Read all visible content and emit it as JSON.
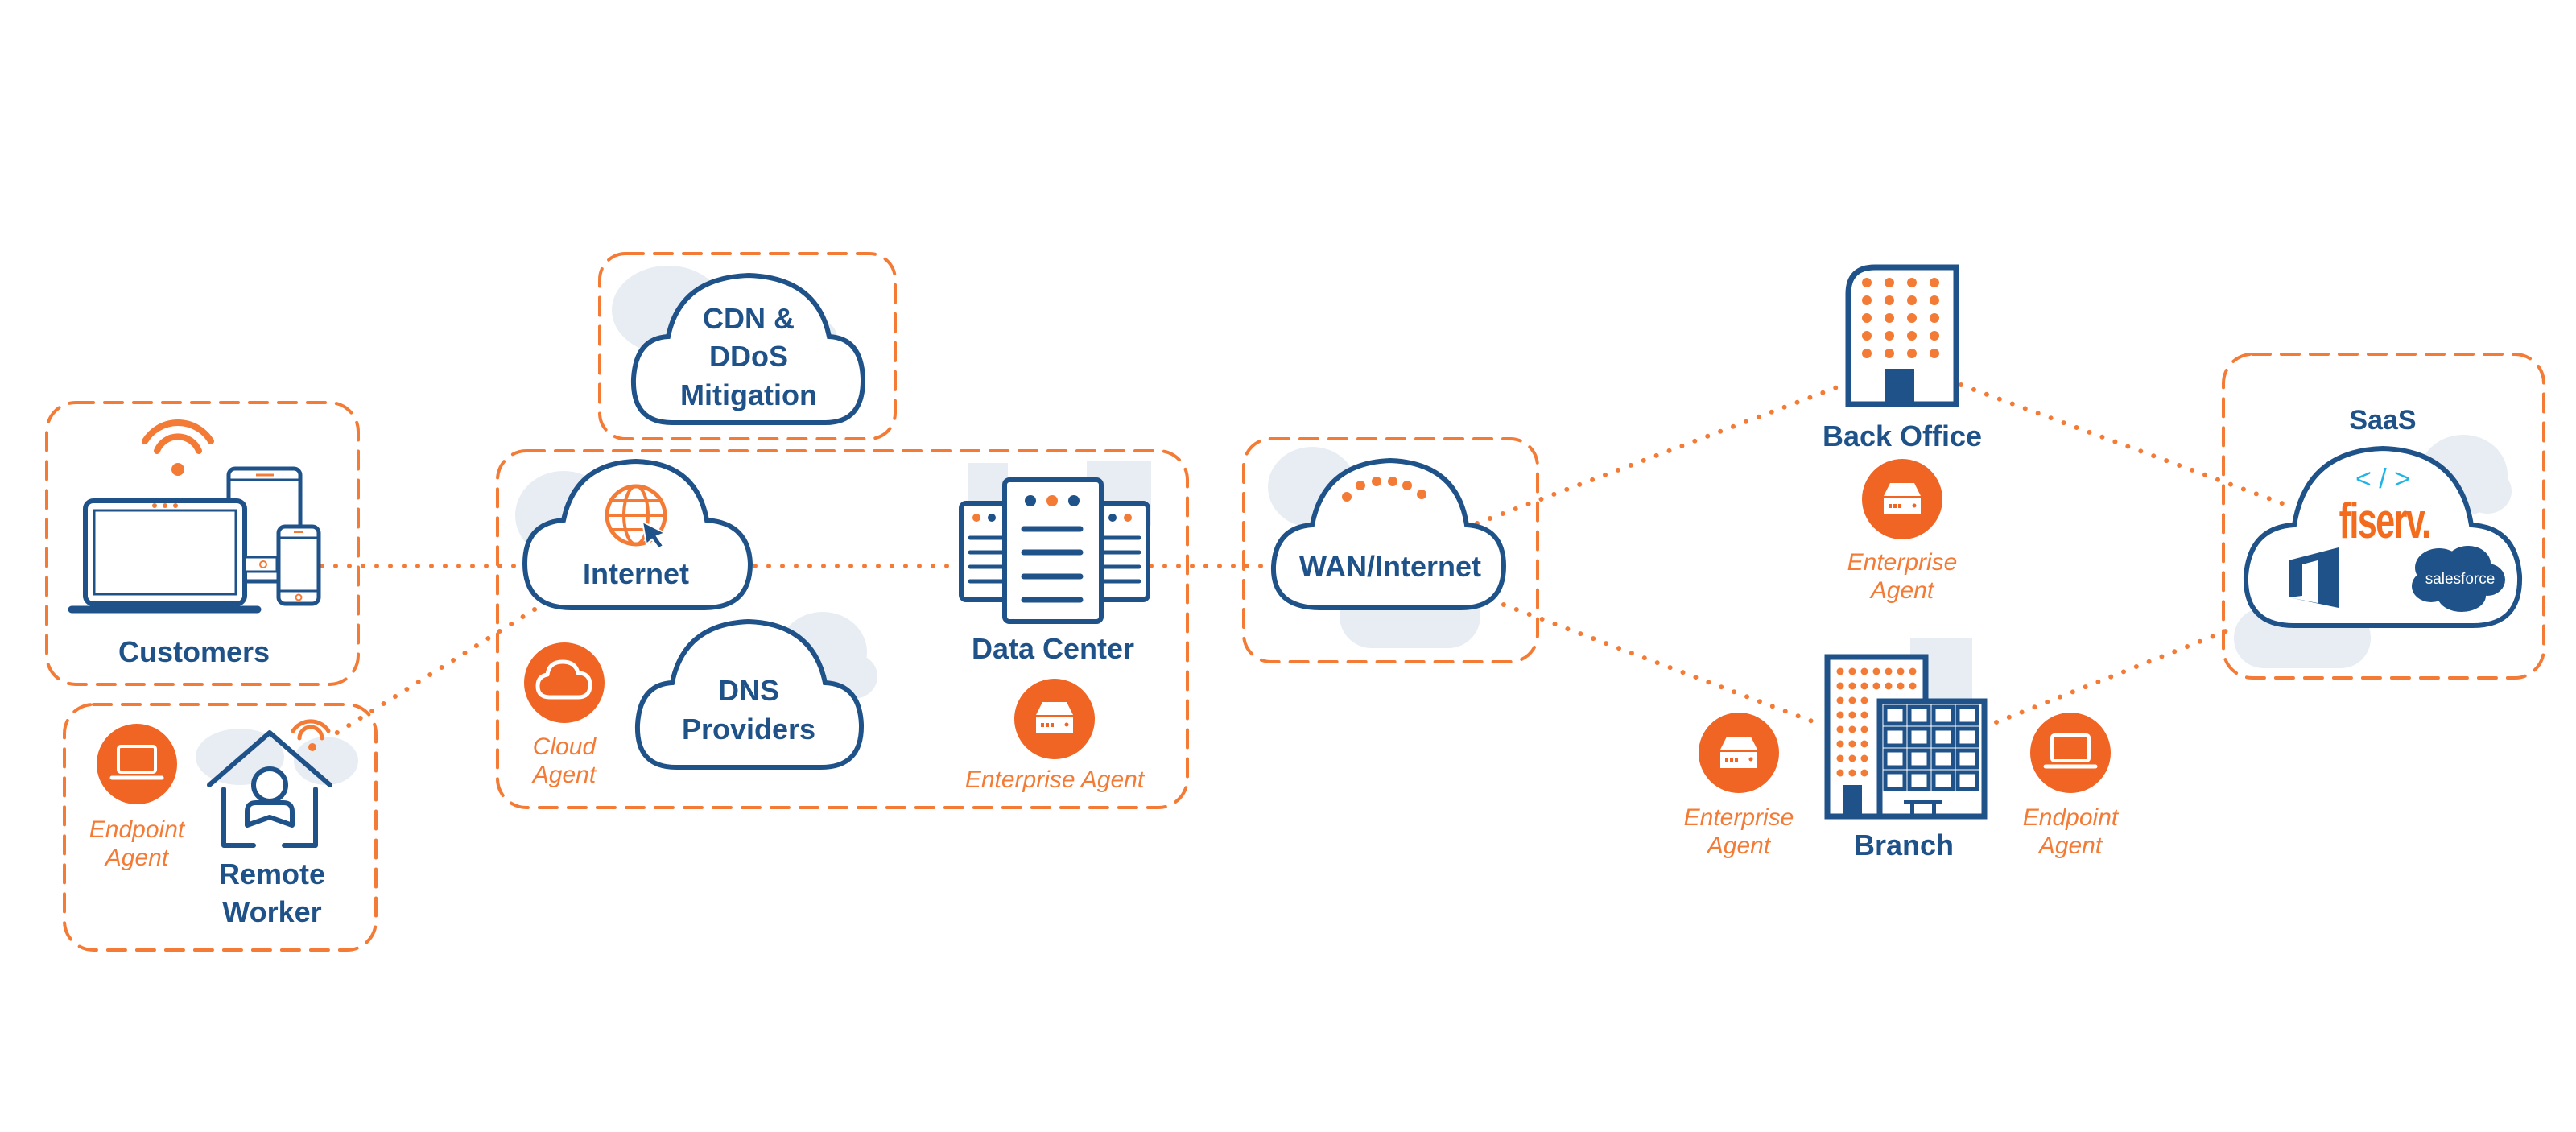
{
  "diagram": {
    "colors": {
      "navy": "#1f5288",
      "orange": "#f37b35",
      "agent_orange": "#f06424",
      "light_cloud": "#e8edf4",
      "code_cyan": "#1fb4e6",
      "background": "#ffffff"
    },
    "nodes": {
      "customers": {
        "label": "Customers",
        "icon": "devices-icon"
      },
      "remote_worker": {
        "label_line1": "Remote",
        "label_line2": "Worker",
        "icon": "home-user-icon"
      },
      "cdn": {
        "label_line1": "CDN &",
        "label_line2": "DDoS",
        "label_line3": "Mitigation",
        "icon": "cloud-icon"
      },
      "internet": {
        "label": "Internet",
        "icon": "globe-cursor-icon"
      },
      "dns": {
        "label_line1": "DNS",
        "label_line2": "Providers",
        "icon": "cloud-icon"
      },
      "data_center": {
        "label": "Data Center",
        "icon": "server-rack-icon"
      },
      "wan": {
        "label": "WAN/Internet",
        "icon": "cloud-icon"
      },
      "back_office": {
        "label": "Back Office",
        "icon": "office-building-icon"
      },
      "branch": {
        "label": "Branch",
        "icon": "branch-building-icon"
      },
      "saas": {
        "label": "SaaS",
        "code_glyph": "< / >",
        "apps": [
          "fiserv.",
          "Office",
          "salesforce"
        ]
      }
    },
    "agents": {
      "remote_endpoint": {
        "line1": "Endpoint",
        "line2": "Agent",
        "icon": "laptop-icon"
      },
      "cloud": {
        "line1": "Cloud",
        "line2": "Agent",
        "icon": "cloud-icon"
      },
      "data_center_enterprise": {
        "line1": "Enterprise Agent",
        "icon": "appliance-icon"
      },
      "back_office_enterprise": {
        "line1": "Enterprise",
        "line2": "Agent",
        "icon": "appliance-icon"
      },
      "branch_enterprise": {
        "line1": "Enterprise",
        "line2": "Agent",
        "icon": "appliance-icon"
      },
      "branch_endpoint": {
        "line1": "Endpoint",
        "line2": "Agent",
        "icon": "laptop-icon"
      }
    },
    "connections": [
      {
        "from": "customers",
        "to": "internet"
      },
      {
        "from": "remote_worker",
        "to": "internet"
      },
      {
        "from": "internet",
        "to": "data_center"
      },
      {
        "from": "data_center",
        "to": "wan"
      },
      {
        "from": "wan",
        "to": "back_office"
      },
      {
        "from": "wan",
        "to": "branch"
      },
      {
        "from": "back_office",
        "to": "saas"
      },
      {
        "from": "branch",
        "to": "saas"
      }
    ]
  }
}
